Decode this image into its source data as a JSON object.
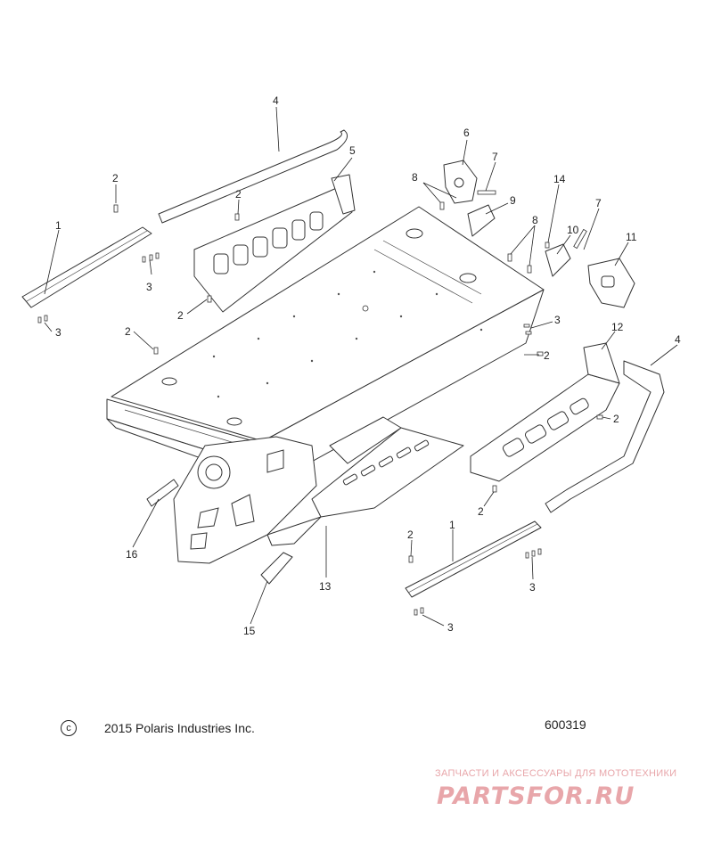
{
  "callouts": {
    "c1a": "1",
    "c1b": "1",
    "c2a": "2",
    "c2b": "2",
    "c2c": "2",
    "c2d": "2",
    "c2e": "2",
    "c2f": "2",
    "c2g": "2",
    "c2h": "2",
    "c3a": "3",
    "c3b": "3",
    "c3c": "3",
    "c3d": "3",
    "c3e": "3",
    "c4a": "4",
    "c4b": "4",
    "c5": "5",
    "c6": "6",
    "c7a": "7",
    "c7b": "7",
    "c8a": "8",
    "c8b": "8",
    "c9": "9",
    "c10": "10",
    "c11": "11",
    "c12": "12",
    "c13": "13",
    "c14": "14",
    "c15": "15",
    "c16": "16"
  },
  "footer": {
    "copyright_symbol": "c",
    "copyright_text": "2015 Polaris Industries Inc.",
    "diagram_number": "600319"
  },
  "watermark": {
    "caption": "ЗАПЧАСТИ И АКСЕССУАРЫ ДЛЯ МОТОТЕХНИКИ",
    "logo_text": "PARTSFOR.RU"
  },
  "colors": {
    "line": "#333333",
    "watermark": "#e8a6aa"
  }
}
